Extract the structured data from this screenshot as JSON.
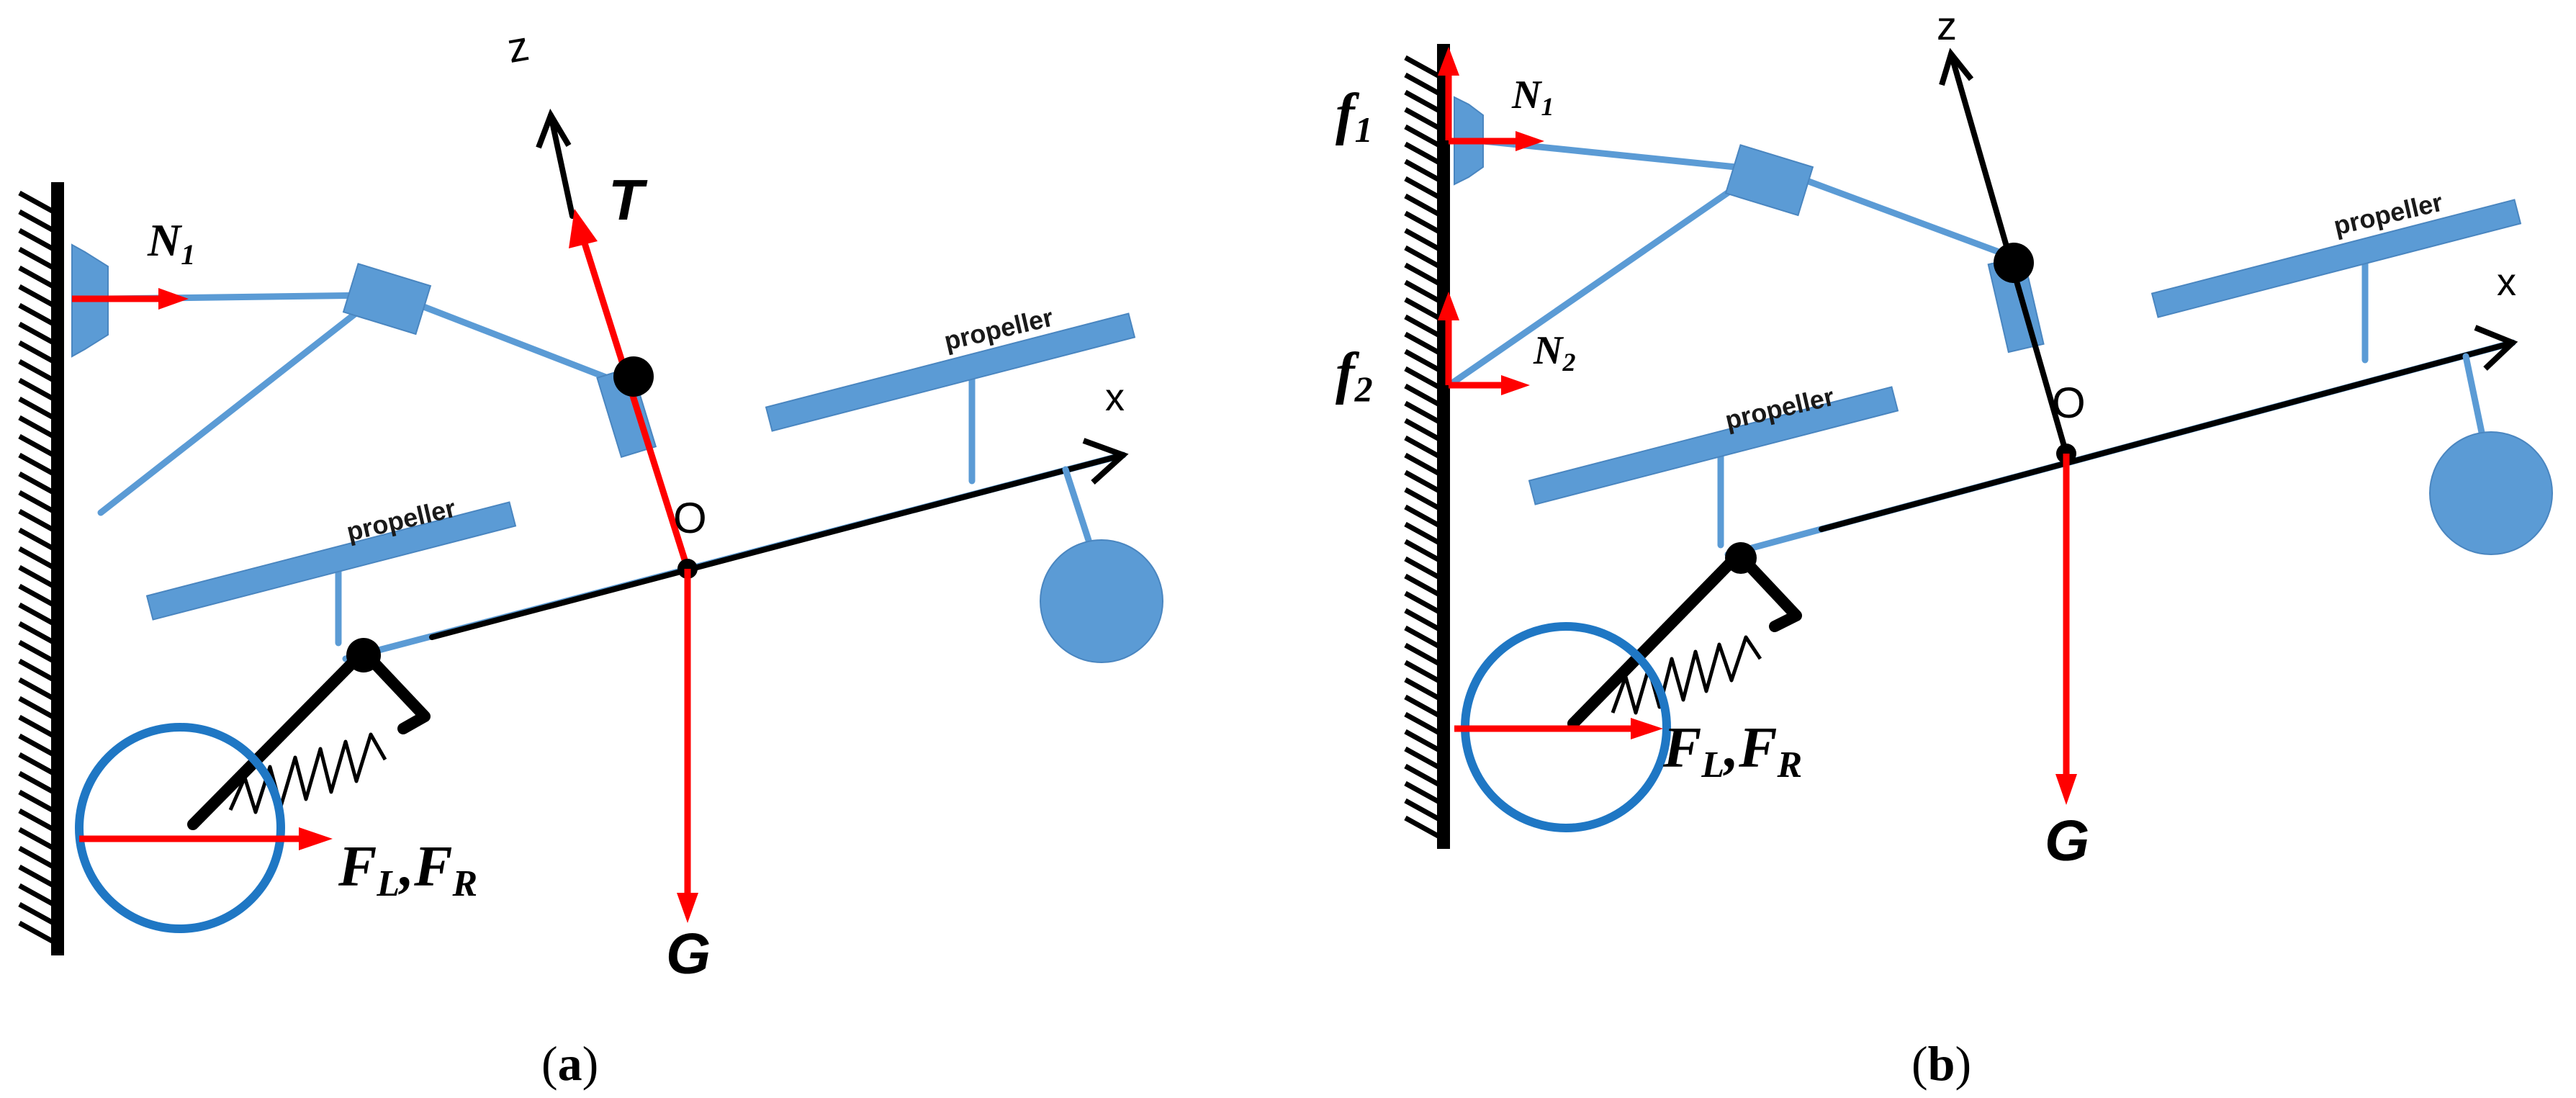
{
  "panel_a": {
    "caption_open": "(",
    "caption_letter": "a",
    "caption_close": ")",
    "labels": {
      "z": "z",
      "x": "x",
      "origin": "O",
      "thrust": "T",
      "gravity": "G",
      "normal_main": "N",
      "normal_sub": "1",
      "wheel_f": "F",
      "wheel_sub_l": "L",
      "wheel_sep": ",",
      "wheel_f2": "F",
      "wheel_sub_r": "R",
      "propeller_left": "propeller",
      "propeller_right": "propeller"
    }
  },
  "panel_b": {
    "caption_open": "(",
    "caption_letter": "b",
    "caption_close": ")",
    "labels": {
      "z": "z",
      "x": "x",
      "origin": "O",
      "gravity": "G",
      "friction1_main": "f",
      "friction1_sub": "1",
      "friction2_main": "f",
      "friction2_sub": "2",
      "normal1_main": "N",
      "normal1_sub": "1",
      "normal2_main": "N",
      "normal2_sub": "2",
      "wheel_f": "F",
      "wheel_sub_l": "L",
      "wheel_sep": ",",
      "wheel_f2": "F",
      "wheel_sub_r": "R",
      "propeller_left": "propeller",
      "propeller_right": "propeller"
    }
  },
  "colors": {
    "force": "#ff0000",
    "body": "#5b9bd5",
    "wheel": "#1f77c4",
    "axis": "#000000"
  }
}
